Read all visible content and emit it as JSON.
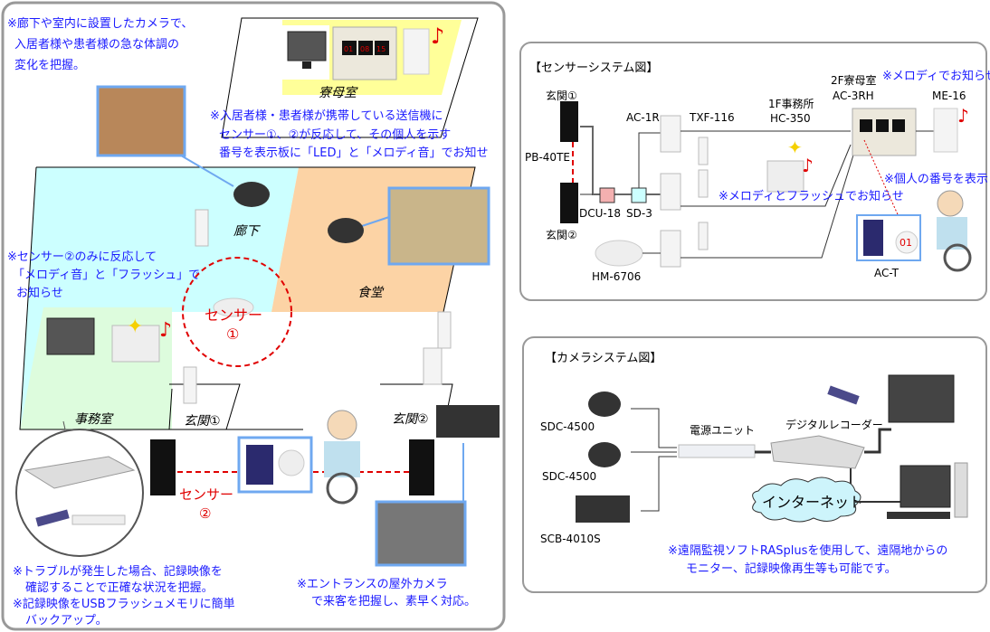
{
  "left_panel": {
    "note_camera": [
      "※廊下や室内に設置したカメラで、",
      "入居者様や患者様の急な体調の",
      "変化を把握。"
    ],
    "note_transmitter": [
      "※入居者様・患者様が携帯している送信機に",
      "センサー①、②が反応して、その個人を示す",
      "番号を表示板に「LED」と「メロディ音」でお知せ"
    ],
    "note_sensor2": [
      "※センサー②のみに反応して",
      "「メロディ音」と「フラッシュ」で",
      "お知らせ"
    ],
    "note_trouble": [
      "※トラブルが発生した場合、記録映像を",
      "確認することで正確な状況を把握。",
      "※記録映像をUSBフラッシュメモリに簡単",
      "バックアップ。"
    ],
    "note_entrance": [
      "※エントランスの屋外カメラ",
      "で来客を把握し、素早く対応。"
    ],
    "rooms": {
      "ryobo": "寮母室",
      "corridor": "廊下",
      "dining": "食堂",
      "office": "事務室",
      "entrance1": "玄関①",
      "entrance2": "玄関②"
    },
    "sensor1": [
      "センサー",
      "①"
    ],
    "sensor2": [
      "センサー",
      "②"
    ],
    "panel_digits": [
      "01",
      "08",
      "15"
    ]
  },
  "sensor_system": {
    "title": "【センサーシステム図】",
    "entrance1": "玄関①",
    "entrance2": "玄関②",
    "pb": "PB-40TE",
    "dcu": "DCU-18",
    "sd": "SD-3",
    "ac1r": "AC-1R",
    "txf": "TXF-116",
    "hm": "HM-6706",
    "office_floor": "1F事務所",
    "hc": "HC-350",
    "ryobo_floor": "2F寮母室",
    "ac3rh": "AC-3RH",
    "me": "ME-16",
    "act": "AC-T",
    "tag_number": "01",
    "note_melody": "※メロディでお知らせ",
    "note_melody_flash": "※メロディとフラッシュでお知らせ",
    "note_number": "※個人の番号を表示"
  },
  "camera_system": {
    "title": "【カメラシステム図】",
    "sdc1": "SDC-4500",
    "sdc2": "SDC-4500",
    "scb": "SCB-4010S",
    "power": "電源ユニット",
    "recorder": "デジタルレコーダー",
    "internet": "インターネット",
    "note": [
      "※遠隔監視ソフトRASplusを使用して、遠隔地からの",
      "モニター、記録映像再生等も可能です。"
    ]
  },
  "colors": {
    "note_blue": "#1a1aff",
    "sensor_red": "#e00000",
    "ryobo_yellow": "#ffff99",
    "dining_orange": "#fcd3a5",
    "corridor_cyan": "#ccffff",
    "office_green": "#ddfcdd"
  }
}
